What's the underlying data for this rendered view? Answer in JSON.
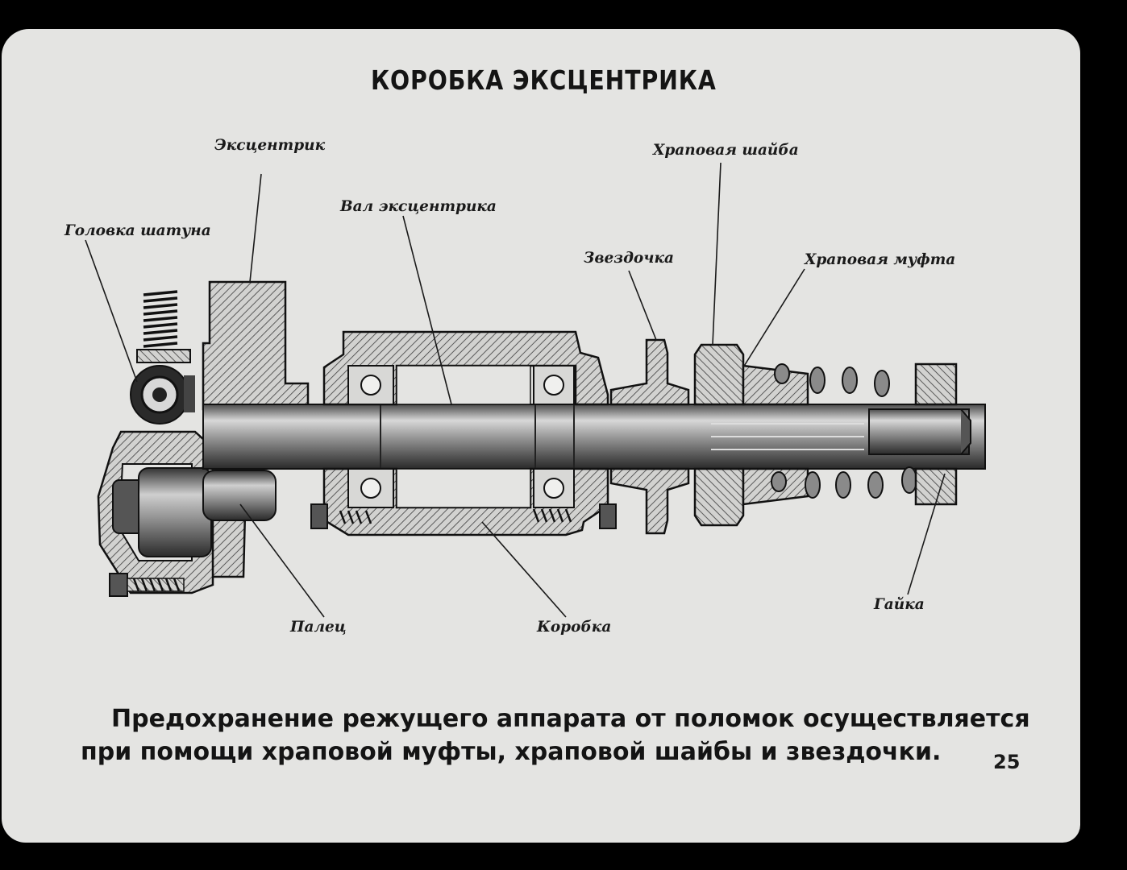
{
  "slide": {
    "title": "КОРОБКА ЭКСЦЕНТРИКА",
    "labels": {
      "ekscentrik": "Эксцентрик",
      "golovka_shatuna": "Головка шатуна",
      "val_ekscentrika": "Вал эксцентрика",
      "zvezdochka": "Звездочка",
      "hrapovaya_shaiba": "Храповая шайба",
      "hrapovaya_mufta": "Храповая муфта",
      "palets": "Палец",
      "korobka": "Коробка",
      "gaika": "Гайка"
    },
    "caption": {
      "line1": "Предохранение режущего аппарата от поломок осуществляется",
      "line2": "при помощи храповой муфты, храповой шайбы и звездочки."
    },
    "page_number": "25"
  }
}
